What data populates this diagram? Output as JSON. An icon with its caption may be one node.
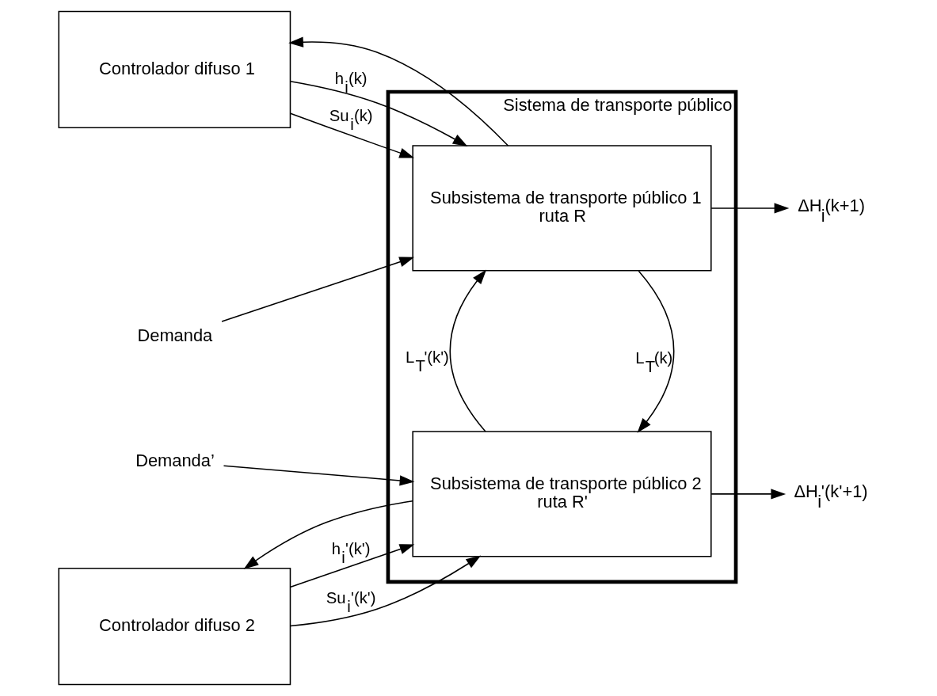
{
  "diagram": {
    "nodes": [
      {
        "text": [
          "Sistema de transporte público"
        ]
      },
      {
        "text": [
          "Controlador difuso 1"
        ]
      },
      {
        "text": [
          "Controlador difuso 2"
        ]
      },
      {
        "text": [
          "Subsistema de transporte público 1",
          "ruta R"
        ],
        "in": 0
      },
      {
        "text": [
          "Subsistema de transporte público 2",
          "ruta R'"
        ],
        "in": 0
      },
      {
        "text": [
          "Demanda"
        ]
      },
      {
        "text": [
          "Demanda’"
        ]
      },
      {
        "text": [
          "ΔH$_{i}$(k+1)"
        ]
      },
      {
        "text": [
          "ΔH$_{i}$'(k'+1)"
        ]
      }
    ],
    "edges": [
      {
        "from": 5,
        "to": 3,
        "arrow": "to"
      },
      {
        "from": 6,
        "to": 4,
        "arrow": "to"
      },
      {
        "from": 1,
        "to": 3,
        "arrow": "to",
        "label": "h$_{i}$(k)"
      },
      {
        "from": 1,
        "to": 3,
        "arrow": "to",
        "label": "Su$_{i}$(k)"
      },
      {
        "from": 2,
        "to": 4,
        "arrow": "to",
        "label": "h$_{i}$'(k')"
      },
      {
        "from": 2,
        "to": 4,
        "arrow": "to",
        "label": "Su$_{i}$'(k')"
      },
      {
        "from": 3,
        "to": 4,
        "arrow": "to",
        "label": "L$_{T}$(k)"
      },
      {
        "from": 4,
        "to": 3,
        "arrow": "to",
        "label": "L$_{T}$'(k')"
      },
      {
        "from": 3,
        "to": 7,
        "arrow": "to"
      },
      {
        "from": 3,
        "to": 1,
        "arrow": "to"
      },
      {
        "from": 4,
        "to": 8,
        "arrow": "to"
      },
      {
        "from": 4,
        "to": 2,
        "arrow": "to"
      }
    ]
  }
}
